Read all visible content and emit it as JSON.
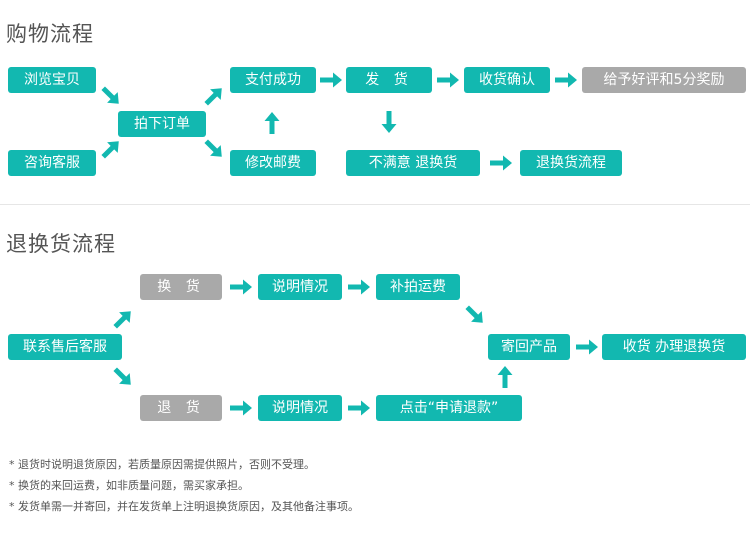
{
  "shopping": {
    "title": "购物流程",
    "browse": "浏览宝贝",
    "consult": "咨询客服",
    "order": "拍下订单",
    "pay": "支付成功",
    "ship": "发 货",
    "confirm": "收货确认",
    "rate": "给予好评和5分奖励",
    "modify": "修改邮费",
    "unsatisfied": "不满意 退换货",
    "return_flow": "退换货流程"
  },
  "returns": {
    "title": "退换货流程",
    "contact": "联系售后客服",
    "exchange": "换 货",
    "refund": "退 货",
    "explain_top": "说明情况",
    "explain_bottom": "说明情况",
    "pay_shipping": "补拍运费",
    "apply_refund": "点击“申请退款”",
    "send_back": "寄回产品",
    "receive": "收货 办理退换货"
  },
  "notes": [
    "* 退货时说明退货原因，若质量原因需提供照片，否则不受理。",
    "* 换货的来回运费，如非质量问题，需买家承担。",
    "* 发货单需一并寄回，并在发货单上注明退换货原因，及其他备注事项。"
  ],
  "colors": {
    "accent": "#12b8b0",
    "muted": "#a9a9a9",
    "text": "#555555"
  }
}
